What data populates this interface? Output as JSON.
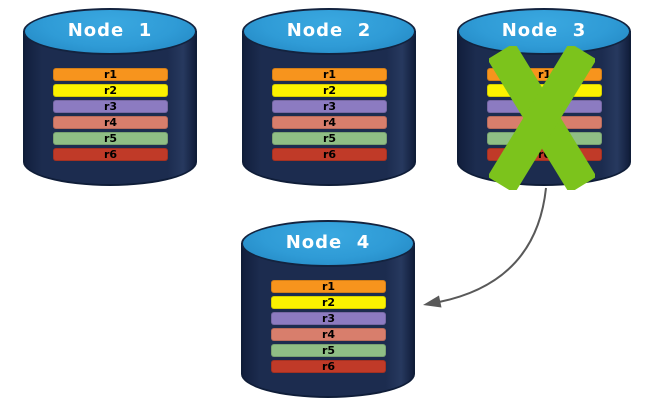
{
  "diagram": {
    "nodes": [
      {
        "label": "Node  1",
        "failed": false,
        "records": [
          {
            "label": "r1",
            "color": "#F7941D"
          },
          {
            "label": "r2",
            "color": "#FBF200"
          },
          {
            "label": "r3",
            "color": "#8C7BC1"
          },
          {
            "label": "r4",
            "color": "#D87E6C"
          },
          {
            "label": "r5",
            "color": "#8FBE85"
          },
          {
            "label": "r6",
            "color": "#C03A28"
          }
        ]
      },
      {
        "label": "Node  2",
        "failed": false,
        "records": [
          {
            "label": "r1",
            "color": "#F7941D"
          },
          {
            "label": "r2",
            "color": "#FBF200"
          },
          {
            "label": "r3",
            "color": "#8C7BC1"
          },
          {
            "label": "r4",
            "color": "#D87E6C"
          },
          {
            "label": "r5",
            "color": "#8FBE85"
          },
          {
            "label": "r6",
            "color": "#C03A28"
          }
        ]
      },
      {
        "label": "Node  3",
        "failed": true,
        "records": [
          {
            "label": "r1",
            "color": "#F7941D"
          },
          {
            "label": "r2",
            "color": "#FBF200"
          },
          {
            "label": "r3",
            "color": "#8C7BC1"
          },
          {
            "label": "r4",
            "color": "#D87E6C"
          },
          {
            "label": "r5",
            "color": "#8FBE85"
          },
          {
            "label": "r6",
            "color": "#C03A28"
          }
        ]
      },
      {
        "label": "Node  4",
        "failed": false,
        "records": [
          {
            "label": "r1",
            "color": "#F7941D"
          },
          {
            "label": "r2",
            "color": "#FBF200"
          },
          {
            "label": "r3",
            "color": "#8C7BC1"
          },
          {
            "label": "r4",
            "color": "#D87E6C"
          },
          {
            "label": "r5",
            "color": "#8FBE85"
          },
          {
            "label": "r6",
            "color": "#C03A28"
          }
        ]
      }
    ],
    "colors": {
      "cylinder_body": "#1C2C4F",
      "cylinder_top": "#2F9BD6",
      "failure_x": "#7CC31C",
      "arrow": "#595959",
      "title_text": "#FFFFFF",
      "record_text": "#000000"
    }
  }
}
